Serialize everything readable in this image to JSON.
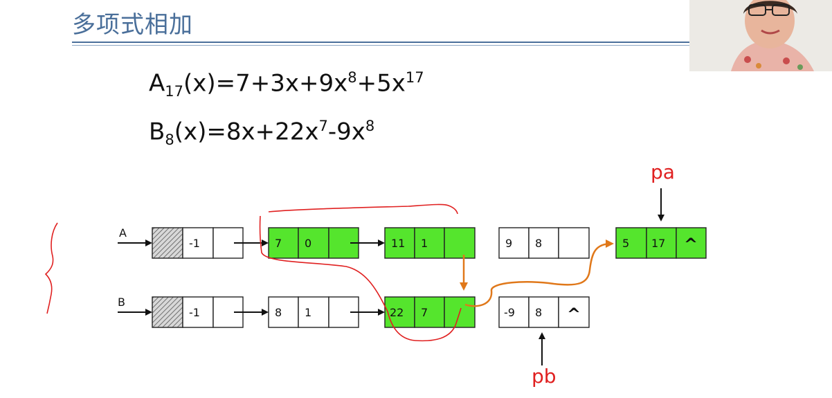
{
  "title": "多项式相加",
  "formula_a": {
    "base": "A",
    "sub": "17",
    "rest_parts": [
      "(x)=7+3x+9x",
      "8",
      "+5x",
      "17"
    ]
  },
  "formula_b": {
    "base": "B",
    "sub": "8",
    "rest_parts": [
      "(x)=8x+22x",
      "7",
      "-9x",
      "8"
    ]
  },
  "lists": {
    "A": {
      "label": "A",
      "nodes": [
        {
          "c": "",
          "e": "-1",
          "head": true,
          "green": false
        },
        {
          "c": "7",
          "e": "0",
          "green": true
        },
        {
          "c": "11",
          "e": "1",
          "green": true
        },
        {
          "c": "9",
          "e": "8",
          "green": false
        },
        {
          "c": "5",
          "e": "17",
          "green": true,
          "null": "^"
        }
      ]
    },
    "B": {
      "label": "B",
      "nodes": [
        {
          "c": "",
          "e": "-1",
          "head": true,
          "green": false
        },
        {
          "c": "8",
          "e": "1",
          "green": false
        },
        {
          "c": "22",
          "e": "7",
          "green": true
        },
        {
          "c": "-9",
          "e": "8",
          "green": false,
          "null": "^"
        }
      ]
    }
  },
  "pointers": {
    "pa": "pa",
    "pb": "pb"
  },
  "colors": {
    "green": "#55e52d",
    "annotation_red": "#e02020",
    "orange": "#e0781a",
    "title_blue": "#4a6f9a"
  },
  "webcam": {
    "content": "presenter-video"
  }
}
